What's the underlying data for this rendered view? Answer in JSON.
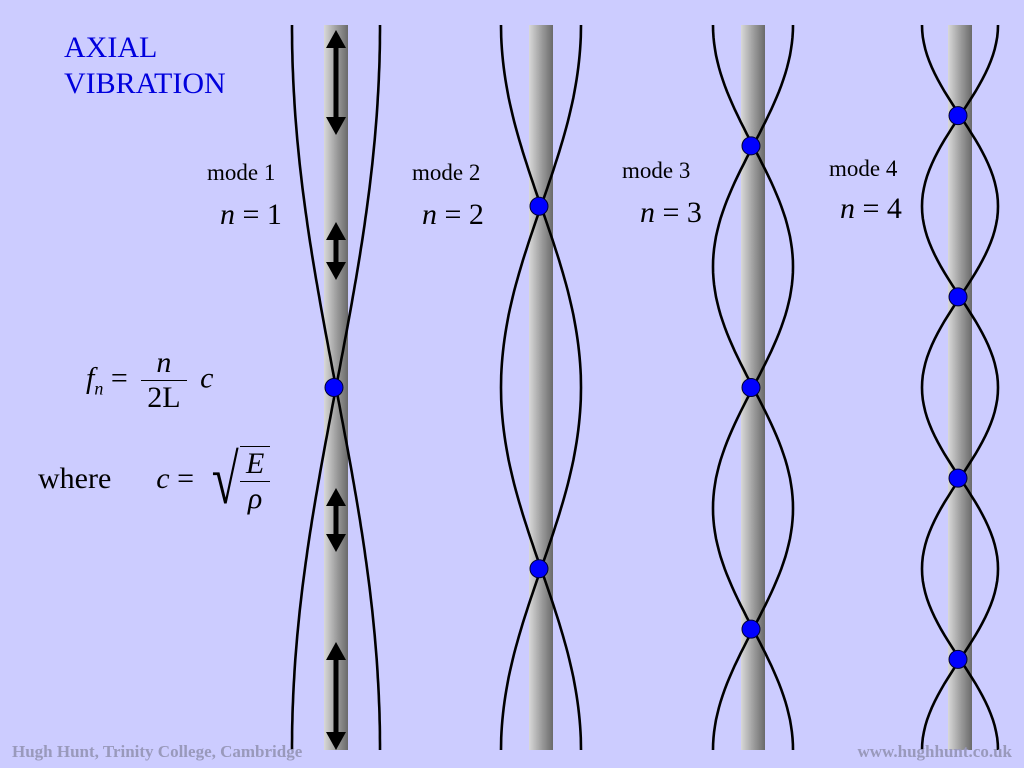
{
  "title": {
    "line1": "AXIAL",
    "line2": "VIBRATION"
  },
  "modes": [
    {
      "label": "mode 1",
      "n_symbol": "n",
      "n_equals": " = 1",
      "n": 1
    },
    {
      "label": "mode 2",
      "n_symbol": "n",
      "n_equals": " = 2",
      "n": 2
    },
    {
      "label": "mode 3",
      "n_symbol": "n",
      "n_equals": " = 3",
      "n": 3
    },
    {
      "label": "mode 4",
      "n_symbol": "n",
      "n_equals": " = 4",
      "n": 4
    }
  ],
  "formula": {
    "lhs_symbol": "f",
    "lhs_subscript": "n",
    "equals": " =",
    "numerator": "n",
    "denominator": "2L",
    "factor": "c"
  },
  "where": {
    "word": "where",
    "symbol": "c",
    "equals": " =",
    "numerator": "E",
    "denominator": "ρ"
  },
  "footer": {
    "left": "Hugh Hunt, Trinity College, Cambridge",
    "right": "www.hughhunt.co.uk"
  },
  "colors": {
    "background": "#ccccff",
    "title": "#0000dd",
    "node": "#0000ff",
    "rod_light": "#d8d8d8",
    "rod_dark": "#6a6a6a"
  },
  "icons": [
    "double-headed-arrow-icon",
    "node-dot-icon"
  ]
}
